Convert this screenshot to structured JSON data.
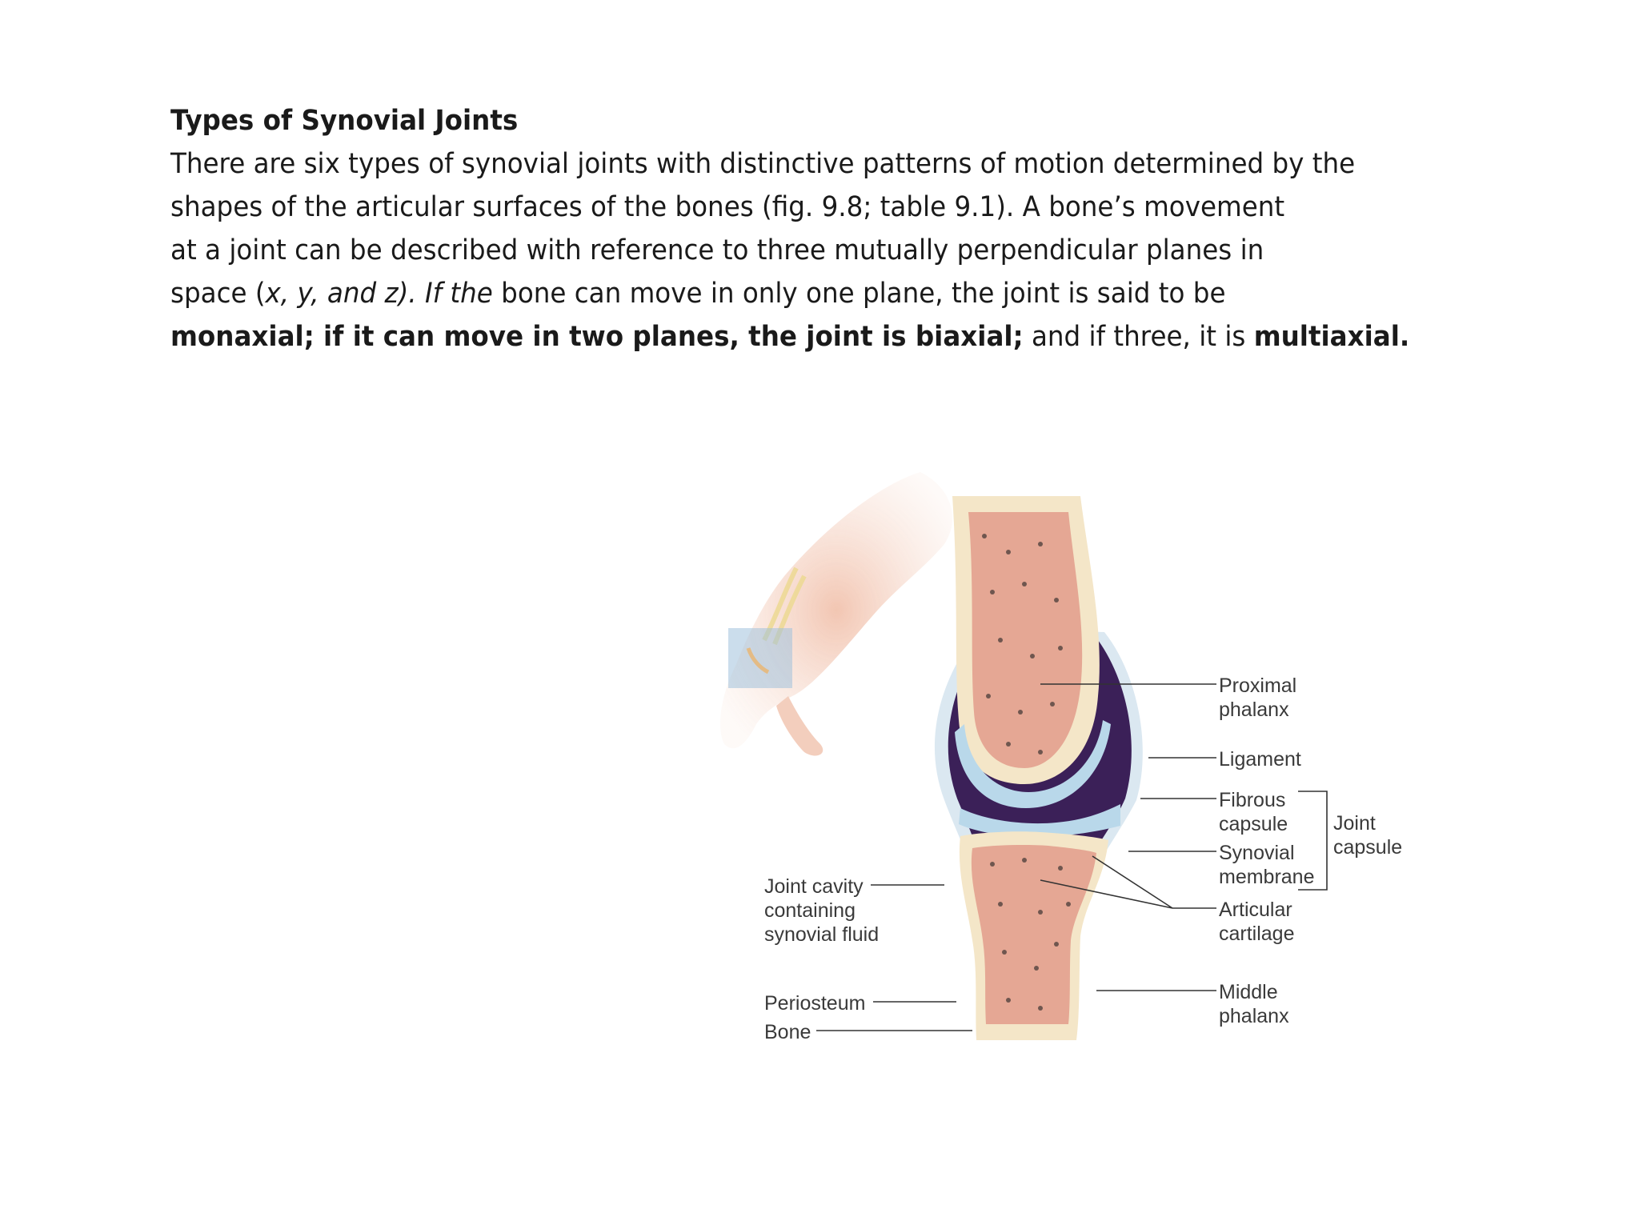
{
  "heading": "Types of Synovial Joints",
  "paragraph": {
    "line1": "There are six types of synovial joints with distinctive patterns of motion determined by the",
    "line2": "shapes of the articular surfaces of the bones (fig. 9.8; table 9.1). A bone’s movement",
    "line3": "at a joint can be described with reference to three mutually perpendicular planes in",
    "line4_a": "space (",
    "line4_italic": "x, y, and z). If the",
    "line4_b": " bone can move in only one plane, the joint is said to be",
    "line5_bold": "monaxial; if it can move in two planes, the joint is biaxial;",
    "line5_mid": " and if three, it is ",
    "line5_bold2": "multiaxial."
  },
  "figure": {
    "labels": {
      "proximal_1": "Proximal",
      "proximal_2": "phalanx",
      "ligament": "Ligament",
      "fibrous_1": "Fibrous",
      "fibrous_2": "capsule",
      "synovial_1": "Synovial",
      "synovial_2": "membrane",
      "joint_capsule_1": "Joint",
      "joint_capsule_2": "capsule",
      "articular_1": "Articular",
      "articular_2": "cartilage",
      "middle_1": "Middle",
      "middle_2": "phalanx",
      "cavity_1": "Joint cavity",
      "cavity_2": "containing",
      "cavity_3": "synovial fluid",
      "periosteum": "Periosteum",
      "bone": "Bone"
    },
    "colors": {
      "bone_fill": "#f4e6c8",
      "cartilage": "#b9d8ea",
      "synovial_purple": "#3b2058",
      "spongy_red": "#d9736a",
      "hand_skin": "#f1c3ad"
    }
  }
}
